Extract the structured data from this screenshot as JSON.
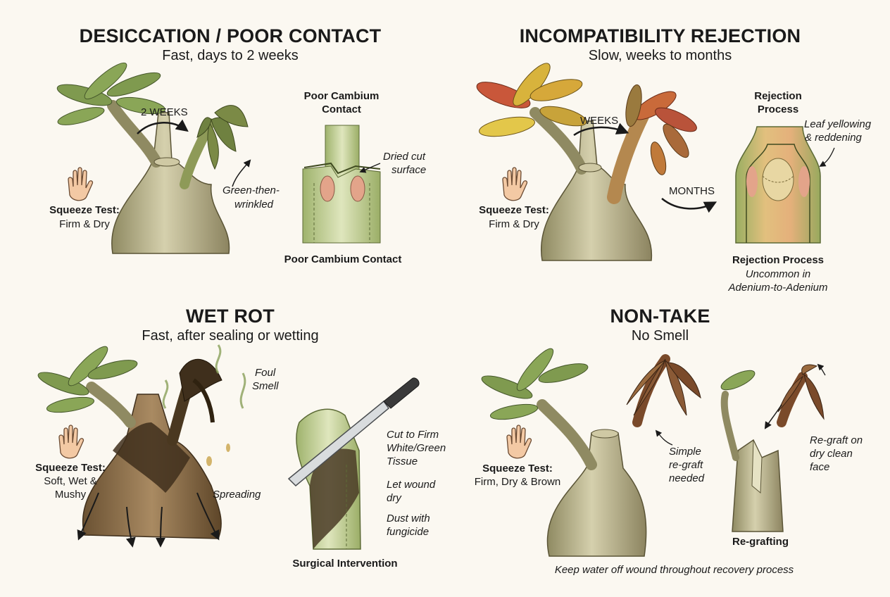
{
  "panels": {
    "desiccation": {
      "title": "DESICCATION / POOR CONTACT",
      "subtitle": "Fast, days to 2 weeks",
      "arrow_label": "2 WEEKS",
      "squeeze_title": "Squeeze Test:",
      "squeeze_value": "Firm & Dry",
      "scion_note_line1": "Green-then-",
      "scion_note_line2": "wrinkled",
      "detail_title_line1": "Poor Cambium",
      "detail_title_line2": "Contact",
      "detail_note_line1": "Dried cut",
      "detail_note_line2": "surface",
      "detail_caption": "Poor Cambium Contact"
    },
    "incompatibility": {
      "title": "INCOMPATIBILITY REJECTION",
      "subtitle": "Slow, weeks to months",
      "arrow_label_1": "WEEKS",
      "arrow_label_2": "MONTHS",
      "squeeze_title": "Squeeze Test:",
      "squeeze_value": "Firm & Dry",
      "detail_title_line1": "Rejection",
      "detail_title_line2": "Process",
      "detail_note_line1": "Leaf yellowing",
      "detail_note_line2": "& reddening",
      "detail_caption": "Rejection Process",
      "detail_caption_note_line1": "Uncommon in",
      "detail_caption_note_line2": "Adenium-to-Adenium"
    },
    "wet_rot": {
      "title": "WET ROT",
      "subtitle": "Fast, after sealing or wetting",
      "smell_line1": "Foul",
      "smell_line2": "Smell",
      "squeeze_title": "Squeeze Test:",
      "squeeze_value_line1": "Soft, Wet &",
      "squeeze_value_line2": "Mushy",
      "spreading": "Spreading",
      "step1_line1": "Cut to Firm",
      "step1_line2": "White/Green",
      "step1_line3": "Tissue",
      "step2_line1": "Let wound",
      "step2_line2": "dry",
      "step3_line1": "Dust with",
      "step3_line2": "fungicide",
      "caption": "Surgical Intervention"
    },
    "non_take": {
      "title": "NON-TAKE",
      "subtitle": "No Smell",
      "squeeze_title": "Squeeze Test:",
      "squeeze_value": "Firm, Dry & Brown",
      "regraft_note_line1": "Simple",
      "regraft_note_line2": "re-graft",
      "regraft_note_line3": "needed",
      "face_note_line1": "Re-graft on",
      "face_note_line2": "dry clean",
      "face_note_line3": "face",
      "caption": "Re-grafting",
      "footer": "Keep water off wound throughout recovery process"
    }
  },
  "colors": {
    "background": "#fbf8f1",
    "trunk": "#b9b48a",
    "leaf_green": "#7f9a4f",
    "leaf_yellow": "#d8b33c",
    "leaf_red": "#c5573a",
    "rot_dark": "#3f2f1c",
    "dead_brown": "#8a5a36",
    "cambium_pink": "#e3a48a"
  }
}
